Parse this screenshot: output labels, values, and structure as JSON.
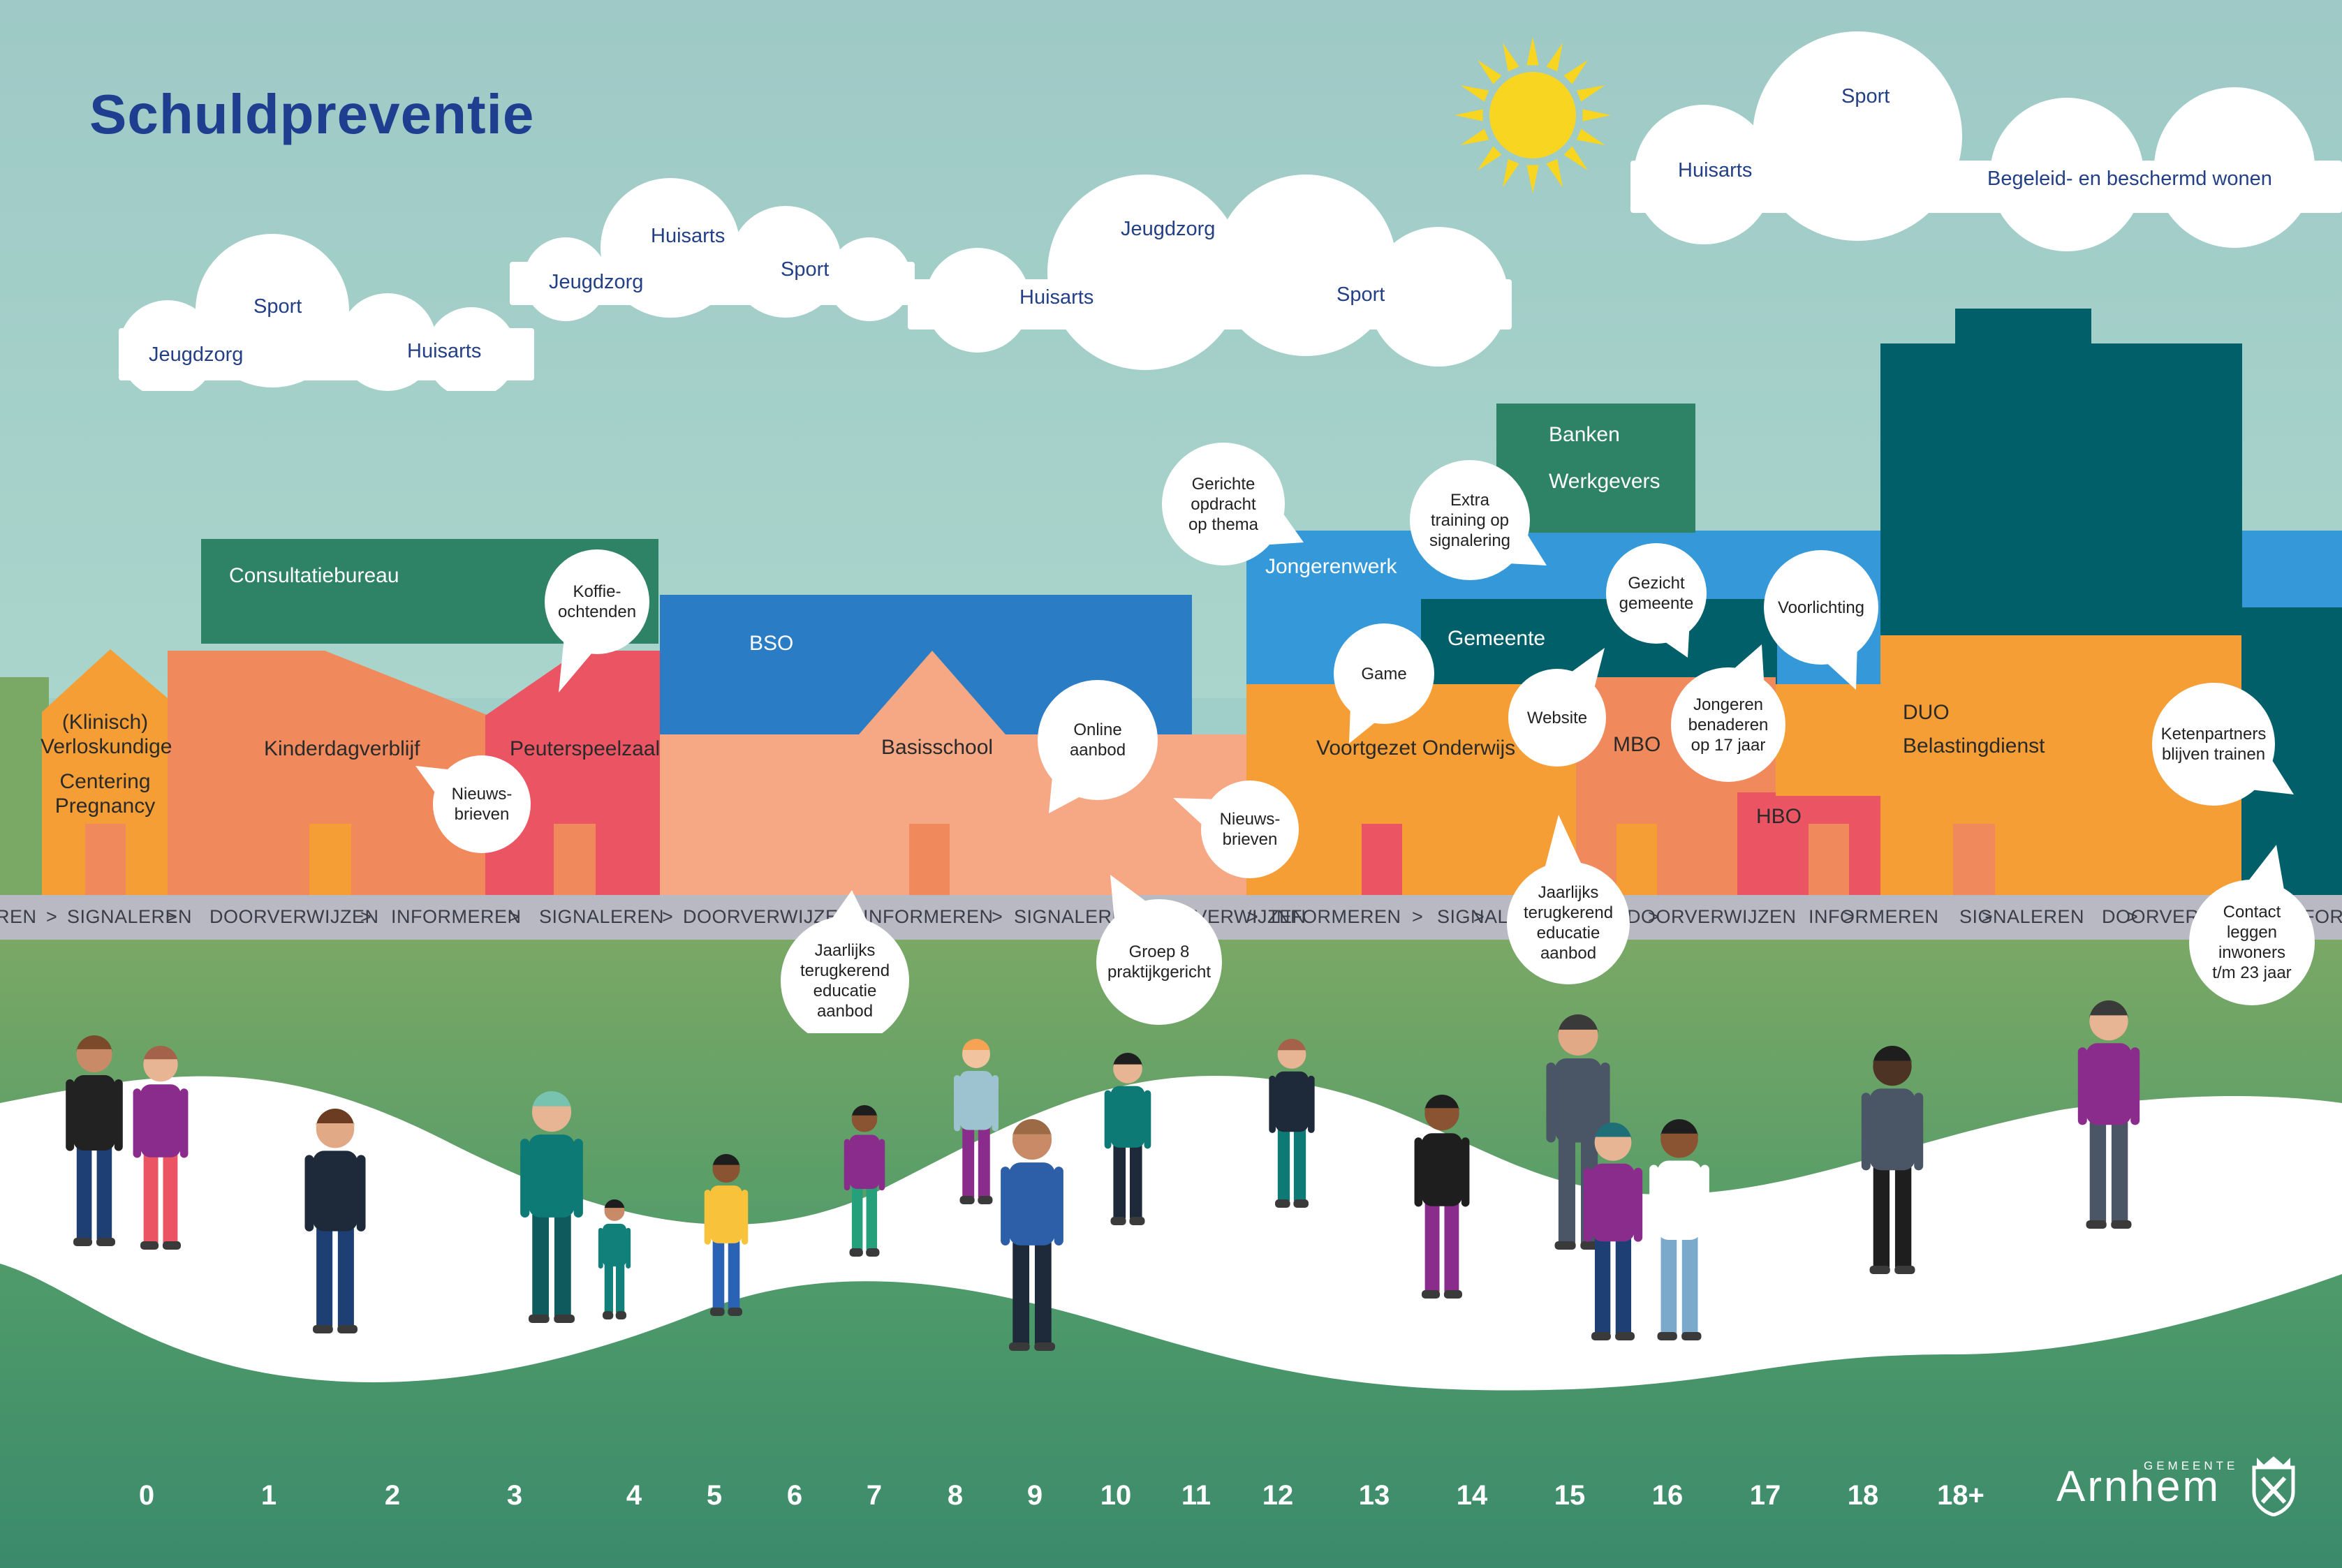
{
  "title": "Schuldpreventie",
  "colors": {
    "title": "#1f3e8f",
    "sky": "#a3d0c9",
    "grass": "#7aa865",
    "grass_dark": "#3f8a6c",
    "path": "#ffffff",
    "orange": "#f59e35",
    "salmon": "#f08a5d",
    "red": "#ea5463",
    "peach": "#f6a784",
    "green_dark": "#2e8366",
    "blue": "#2a7dc4",
    "sky_blue": "#3498d9",
    "teal_dark": "#005f68",
    "sun": "#f8d521"
  },
  "clouds": [
    {
      "words": [
        "Sport",
        "Jeugdzorg",
        "Huisarts"
      ]
    },
    {
      "words": [
        "Huisarts",
        "Jeugdzorg",
        "Sport"
      ]
    },
    {
      "words": [
        "Jeugdzorg",
        "Huisarts",
        "Sport"
      ]
    },
    {
      "words": [
        "Sport",
        "Huisarts",
        "Begeleid- en beschermd wonen"
      ]
    }
  ],
  "buildings": {
    "verloskundige": "(Klinisch)",
    "verloskundige2": "Verloskundige",
    "centering": "Centering",
    "pregnancy": "Pregnancy",
    "consultatiebureau": "Consultatiebureau",
    "kinderdagverblijf": "Kinderdagverblijf",
    "peuterspeelzaal": "Peuterspeelzaal",
    "bso": "BSO",
    "basisschool": "Basisschool",
    "jongerenwerk": "Jongerenwerk",
    "banken": "Banken",
    "werkgevers": "Werkgevers",
    "gemeente": "Gemeente",
    "voortgezet": "Voortgezet Onderwijs",
    "mbo": "MBO",
    "hbo": "HBO",
    "duo": "DUO",
    "belastingdienst": "Belastingdienst"
  },
  "bubbles": [
    {
      "lines": [
        "Koffie-",
        "ochtenden"
      ]
    },
    {
      "lines": [
        "Nieuws-",
        "brieven"
      ]
    },
    {
      "lines": [
        "Online",
        "aanbod"
      ]
    },
    {
      "lines": [
        "Nieuws-",
        "brieven"
      ]
    },
    {
      "lines": [
        "Gerichte",
        "opdracht",
        "op thema"
      ]
    },
    {
      "lines": [
        "Extra",
        "training op",
        "signalering"
      ]
    },
    {
      "lines": [
        "Gezicht",
        "gemeente"
      ]
    },
    {
      "lines": [
        "Voorlichting"
      ]
    },
    {
      "lines": [
        "Game"
      ]
    },
    {
      "lines": [
        "Website"
      ]
    },
    {
      "lines": [
        "Jongeren",
        "benaderen",
        "op 17 jaar"
      ]
    },
    {
      "lines": [
        "Ketenpartners",
        "blijven trainen"
      ]
    },
    {
      "lines": [
        "Jaarlijks",
        "terugkerend",
        "educatie",
        "aanbod"
      ]
    },
    {
      "lines": [
        "Groep 8",
        "praktijkgericht"
      ]
    },
    {
      "lines": [
        "Jaarlijks",
        "terugkerend",
        "educatie",
        "aanbod"
      ]
    },
    {
      "lines": [
        "Contact",
        "leggen",
        "inwoners",
        "t/m 23 jaar"
      ]
    }
  ],
  "strip": {
    "items": [
      "REN",
      ">",
      "SIGNALEREN",
      ">",
      "DOORVERWIJZEN",
      ">",
      "INFORMEREN",
      ">",
      "SIGNALEREN",
      ">",
      "DOORVERWIJZEN",
      ">",
      "INFORMEREN",
      ">",
      "SIGNALEREN",
      ">",
      "DOORVERWIJZEN",
      ">",
      "INFORMEREN",
      ">",
      "SIGNALEREN",
      ">",
      "DOORVERWIJZEN",
      ">",
      "INFORMEREN",
      ">",
      "SIGNALEREN",
      ">",
      "DOORVERWIJZEN",
      ">",
      "INFORMEREN",
      ">",
      "SIGNALEREN",
      ">",
      "DOORVERWIJZEN",
      ">",
      "INFORMEREN"
    ]
  },
  "ages": [
    "0",
    "1",
    "2",
    "3",
    "4",
    "5",
    "6",
    "7",
    "8",
    "9",
    "10",
    "11",
    "12",
    "13",
    "14",
    "15",
    "16",
    "17",
    "18",
    "18+"
  ],
  "logo": {
    "sub": "GEMEENTE",
    "name": "Arnhem"
  }
}
